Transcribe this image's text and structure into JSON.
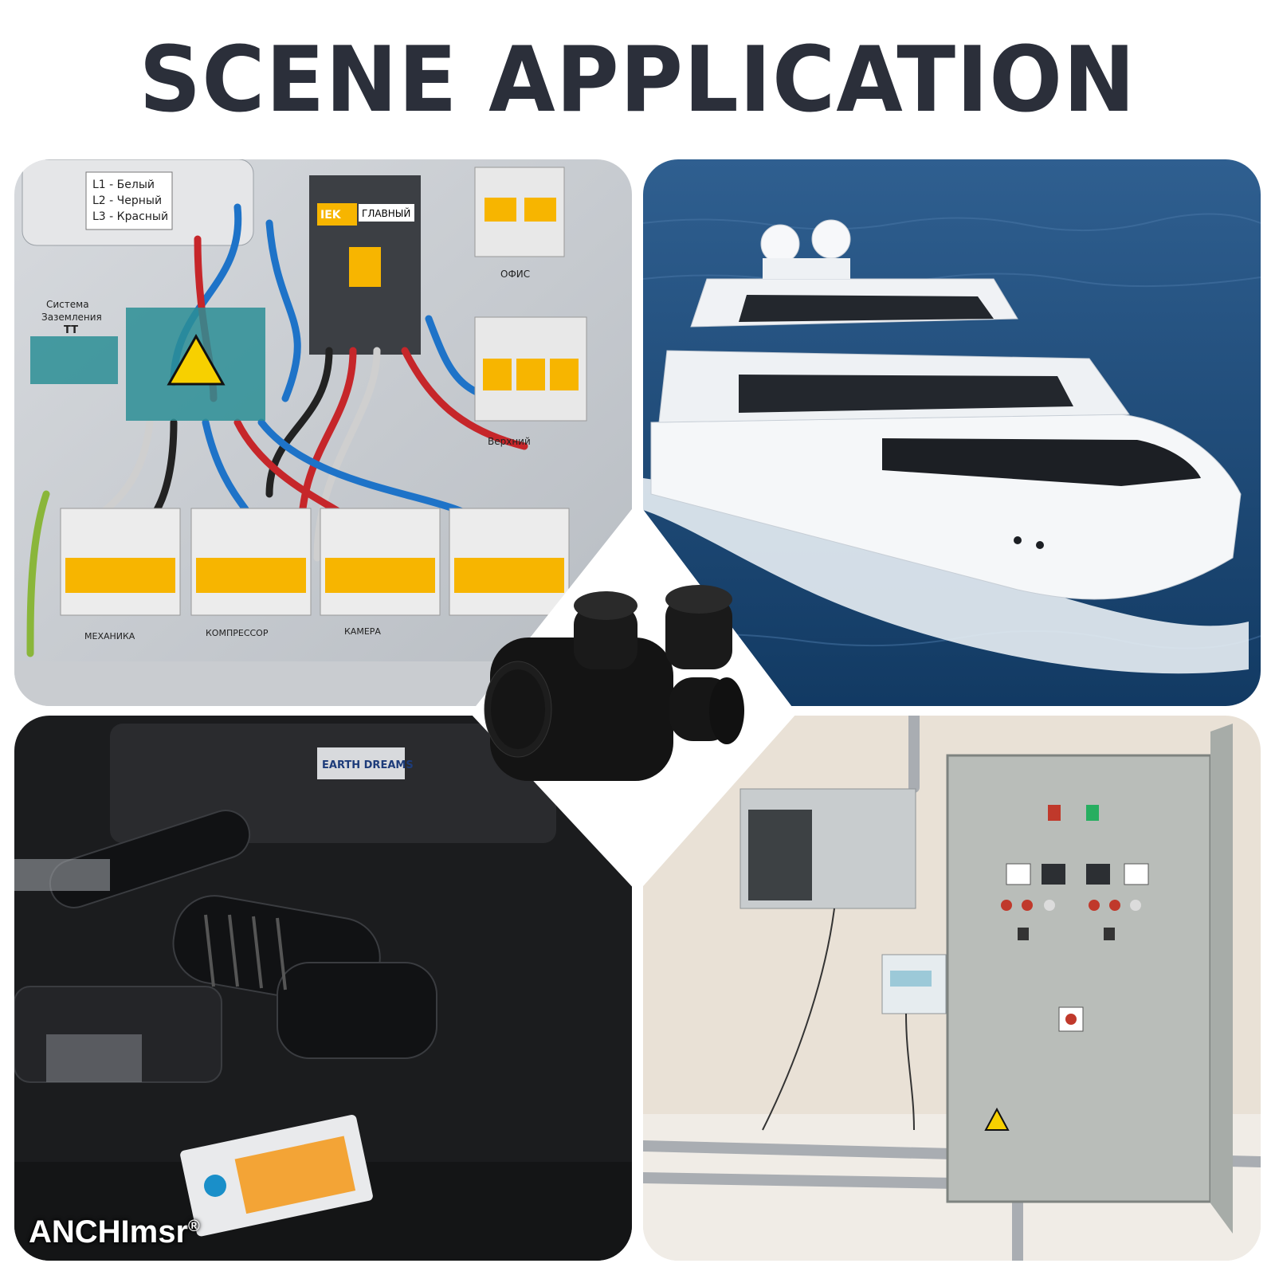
{
  "title": "SCENE APPLICATION",
  "brand": {
    "name": "ANCHImsr",
    "mark": "®"
  },
  "panel_tl": {
    "legend": [
      "L1 - Белый",
      "L2 - Черный",
      "L3 - Красный"
    ],
    "ground_label_1": "Система",
    "ground_label_2": "Заземления",
    "ground_label_3": "TT",
    "main_breaker": "ГЛАВНЫЙ",
    "iek": "IEK",
    "office": "ОФИС",
    "upper": "Верхний",
    "labels": [
      "МЕХАНИКА",
      "КОМПРЕССОР",
      "КАМЕРА"
    ]
  },
  "panel_bl": {
    "engine_badge": "EARTH DREAMS"
  },
  "colors": {
    "title": "#2b2f3a",
    "sea": "#1f4f7e",
    "breaker": "#f7b500"
  }
}
